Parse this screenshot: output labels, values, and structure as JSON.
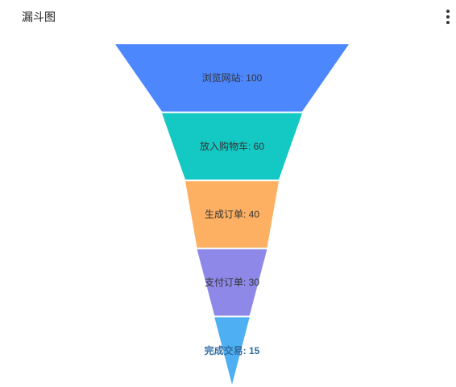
{
  "card": {
    "title": "漏斗图",
    "menu_icon": "more-vertical-icon"
  },
  "chart_data": {
    "type": "funnel",
    "title": "漏斗图",
    "sort": "descending",
    "max": 100,
    "stages": [
      {
        "name": "浏览网站",
        "value": 100,
        "label": "浏览网站: 100",
        "color": "#4c87fd",
        "emphasis": false
      },
      {
        "name": "放入购物车",
        "value": 60,
        "label": "放入购物车: 60",
        "color": "#14c8c3",
        "emphasis": false
      },
      {
        "name": "生成订单",
        "value": 40,
        "label": "生成订单: 40",
        "color": "#fdb062",
        "emphasis": false
      },
      {
        "name": "支付订单",
        "value": 30,
        "label": "支付订单: 30",
        "color": "#8e89e8",
        "emphasis": false
      },
      {
        "name": "完成交易",
        "value": 15,
        "label": "完成交易: 15",
        "color": "#4eb0f2",
        "emphasis": true
      }
    ]
  }
}
